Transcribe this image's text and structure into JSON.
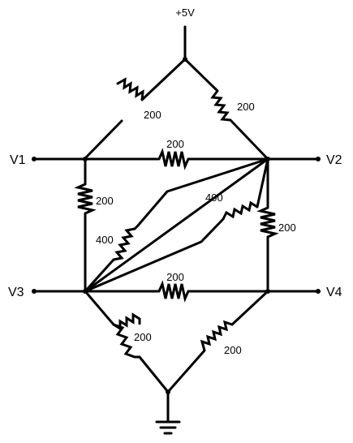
{
  "supply": {
    "label": "+5V"
  },
  "nodes": {
    "v1": "V1",
    "v2": "V2",
    "v3": "V3",
    "v4": "V4"
  },
  "resistors": {
    "top_left": "200",
    "top_right": "200",
    "top_horizontal": "200",
    "left_vertical": "200",
    "right_vertical": "200",
    "diag_left": "400",
    "diag_right": "400",
    "bottom_horizontal": "200",
    "bottom_left": "200",
    "bottom_right": "200"
  }
}
